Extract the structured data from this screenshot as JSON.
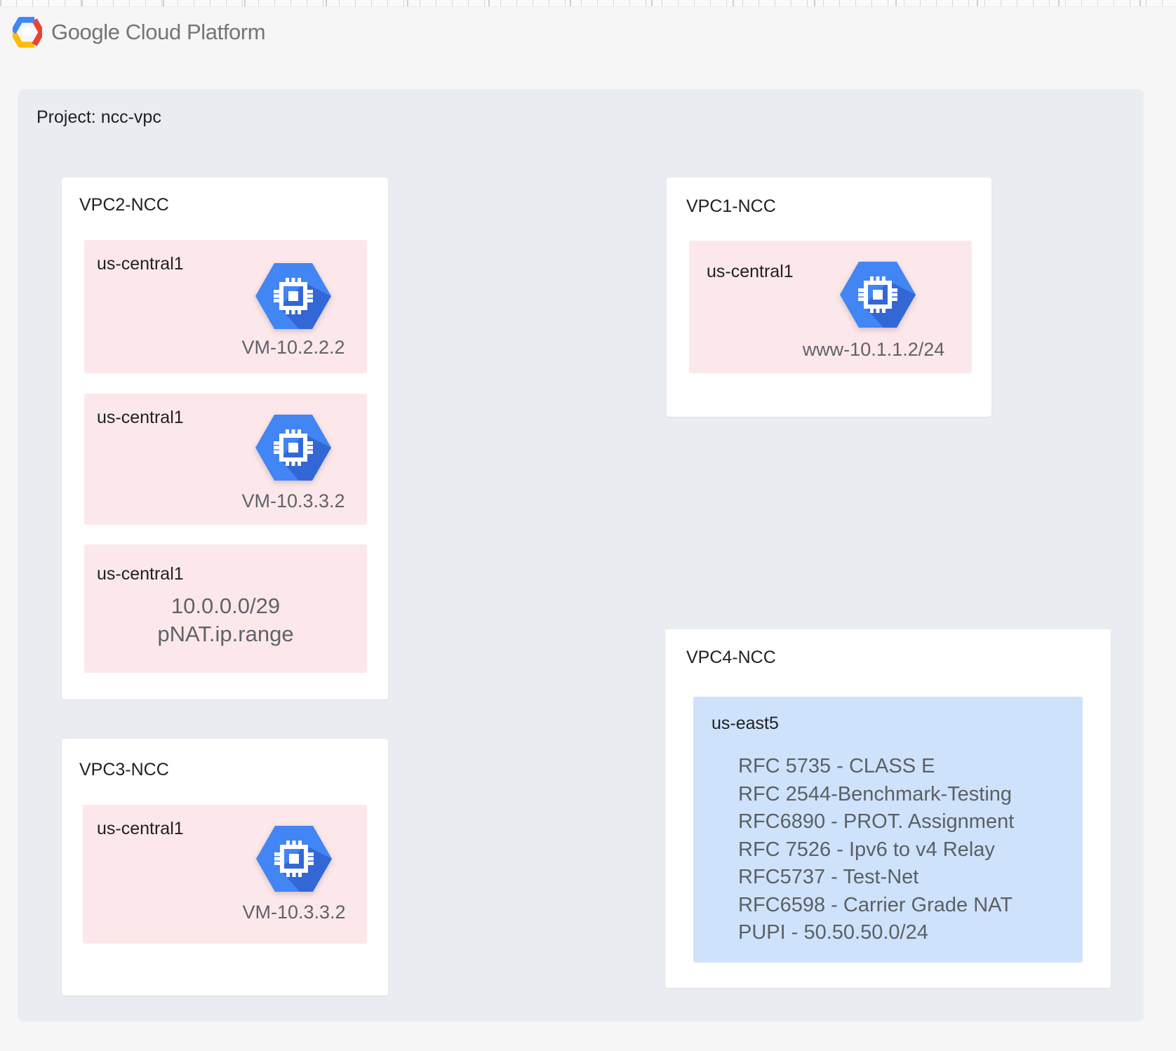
{
  "brand": {
    "name_primary": "Google",
    "name_secondary": " Cloud Platform"
  },
  "project": {
    "label": "Project: ncc-vpc"
  },
  "vpcs": [
    {
      "title": "VPC2-NCC",
      "subnets": [
        {
          "region": "us-central1",
          "icon": "compute-engine",
          "label": "VM-10.2.2.2"
        },
        {
          "region": "us-central1",
          "icon": "compute-engine",
          "label": "VM-10.3.3.2"
        },
        {
          "region": "us-central1",
          "lines": [
            "10.0.0.0/29",
            "pNAT.ip.range"
          ]
        }
      ]
    },
    {
      "title": "VPC1-NCC",
      "subnets": [
        {
          "region": "us-central1",
          "icon": "compute-engine",
          "label": "www-10.1.1.2/24"
        }
      ]
    },
    {
      "title": "VPC3-NCC",
      "subnets": [
        {
          "region": "us-central1",
          "icon": "compute-engine",
          "label": "VM-10.3.3.2"
        }
      ]
    },
    {
      "title": "VPC4-NCC",
      "subnets": [
        {
          "region": "us-east5",
          "lines": [
            "RFC 5735 - CLASS E",
            "RFC 2544-Benchmark-Testing",
            "RFC6890 - PROT. Assignment",
            "RFC 7526 - Ipv6 to v4 Relay",
            "RFC5737 - Test-Net",
            "RFC6598 - Carrier Grade NAT",
            "PUPI - 50.50.50.0/24"
          ]
        }
      ]
    }
  ],
  "colors": {
    "project_bg": "#e9edf1",
    "subnet_pink": "#fce8ea",
    "subnet_blue": "#cfe2fb",
    "gce_blue": "#4285f4",
    "gce_shadow": "#3367d6",
    "text_dark": "#202124",
    "text_gray": "#5f6368",
    "logo_gray": "#757575"
  }
}
